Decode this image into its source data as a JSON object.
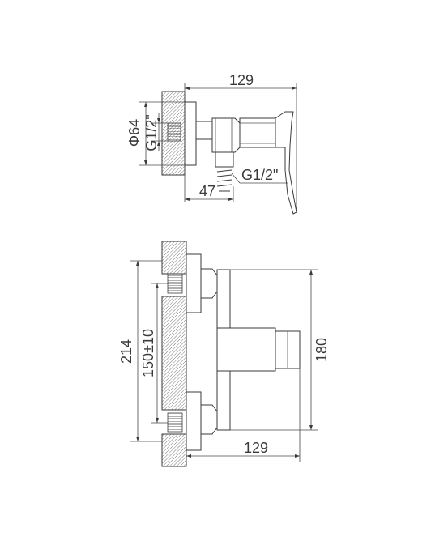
{
  "top_view": {
    "width_dim": "129",
    "diameter_dim": "Φ64",
    "thread_dim_left": "G1/2\"",
    "thread_dim_outlet": "G1/2\"",
    "depth_dim": "47"
  },
  "front_view": {
    "height_dim": "214",
    "center_distance_dim": "150±10",
    "body_height_dim": "180",
    "width_dim": "129"
  }
}
